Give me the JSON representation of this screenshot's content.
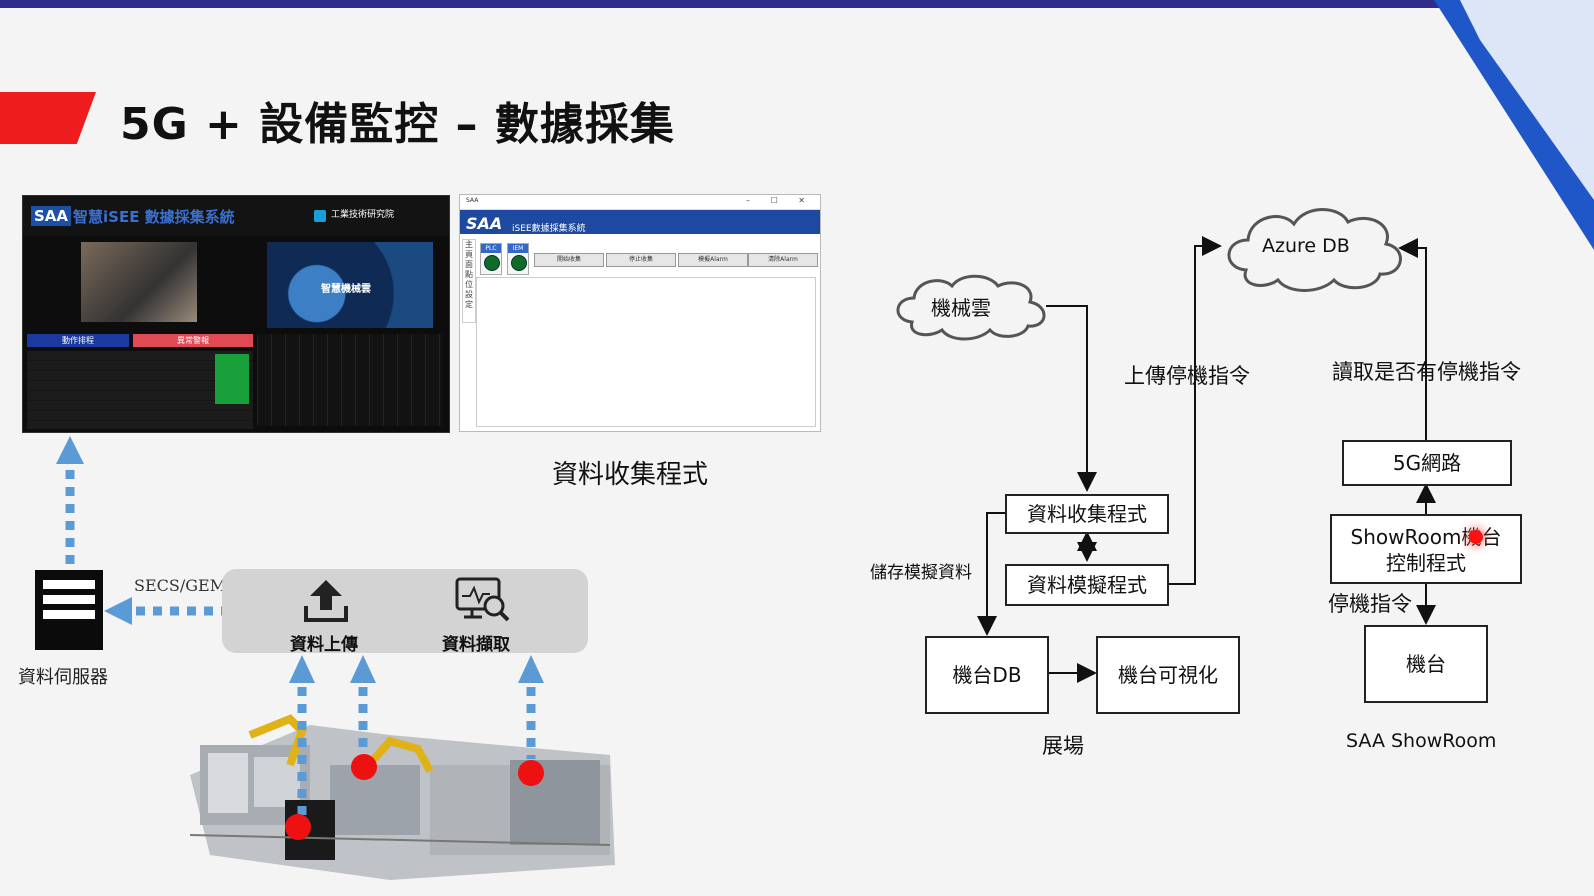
{
  "slide": {
    "title": "5G + 設備監控 – 數據採集"
  },
  "dashboard": {
    "brand": "SAA",
    "system_name": "智慧iSEE 數據採集系統",
    "org_name": "工業技術研究院",
    "hero_label": "智慧機械雲",
    "tab_schedule": "動作排程",
    "tab_alarm": "異常警報"
  },
  "collector_window": {
    "window_title": "SAA",
    "window_controls": "– ☐ ✕",
    "brand": "SAA",
    "app_name": "iSEE數據採集系統",
    "side_tabs": "主 頁 面 點 位 設 定",
    "indicators": [
      {
        "label": "PLC"
      },
      {
        "label": "IEM"
      }
    ],
    "buttons": [
      "開始收集",
      "停止收集",
      "模擬Alarm",
      "清除Alarm"
    ],
    "caption": "資料收集程式"
  },
  "left_flow": {
    "server_label": "資料伺服器",
    "protocol_label": "SECS/GEM",
    "upload_label": "資料上傳",
    "capture_label": "資料擷取"
  },
  "flow_diagram": {
    "cloud_machine": "機械雲",
    "cloud_azure": "Azure DB",
    "upload_stop_cmd": "上傳停機指令",
    "read_stop_cmd": "讀取是否有停機指令",
    "collector": "資料收集程式",
    "simulator": "資料模擬程式",
    "store_sim_data": "儲存模擬資料",
    "machine_db": "機台DB",
    "machine_vis": "機台可視化",
    "exhibit_label": "展場",
    "network_5g": "5G網路",
    "showroom_ctrl_line1": "ShowRoom機台",
    "showroom_ctrl_line2": "控制程式",
    "stop_cmd": "停機指令",
    "machine": "機台",
    "showroom_label": "SAA ShowRoom"
  },
  "colors": {
    "accent_blue": "#2e2d8c",
    "accent_red": "#ee1c1c",
    "arrow_blue": "#5b9bd5"
  }
}
